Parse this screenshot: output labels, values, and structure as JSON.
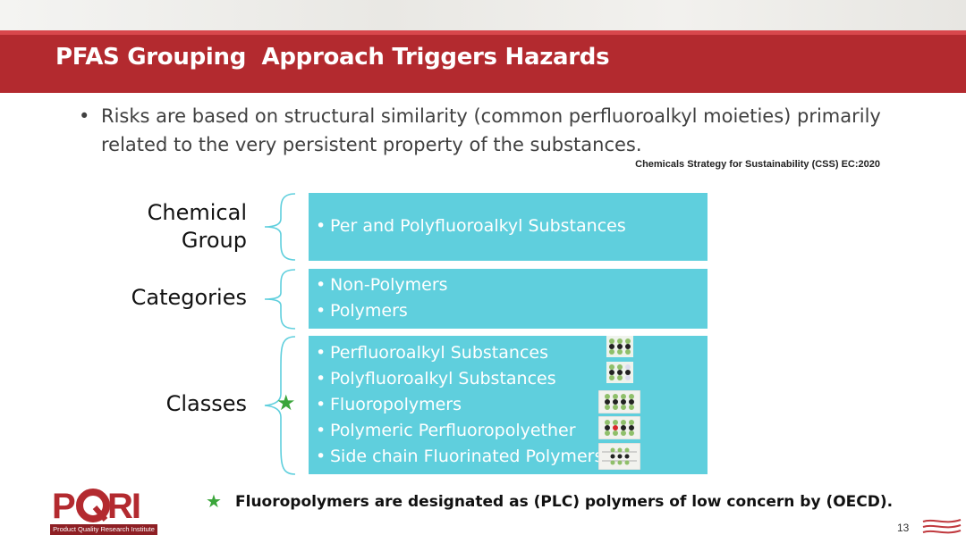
{
  "slide": {
    "title": "PFAS Grouping  Approach Triggers Hazards",
    "bullet_marker": "•",
    "main_bullet": "Risks are based on structural similarity (common perfluoroalkyl moieties) primarily related to the very persistent property of the substances.",
    "source": "Chemicals Strategy for Sustainability (CSS) EC:2020"
  },
  "rows": [
    {
      "label_line1": "Chemical",
      "label_line2": "Group",
      "items": [
        "Per and Polyfluoroalkyl Substances"
      ]
    },
    {
      "label": "Categories",
      "items": [
        "Non-Polymers",
        "Polymers"
      ]
    },
    {
      "label": "Classes",
      "items": [
        "Perfluoroalkyl Substances",
        "Polyfluoroalkyl Substances",
        "Fluoropolymers",
        "Polymeric Perfluoropolyether",
        "Side chain Fluorinated Polymers"
      ]
    }
  ],
  "star_symbol": "★",
  "footnote": "Fluoropolymers are designated as (PLC) polymers of low concern by (OECD).",
  "logo": {
    "wordmark": "PQRI",
    "tagline": "Product Quality Research Institute"
  },
  "page_number": "13",
  "colors": {
    "title_bar": "#b32a2f",
    "box": "#5fcfdd",
    "star": "#3aa53a",
    "brace": "#5fcfdd"
  }
}
